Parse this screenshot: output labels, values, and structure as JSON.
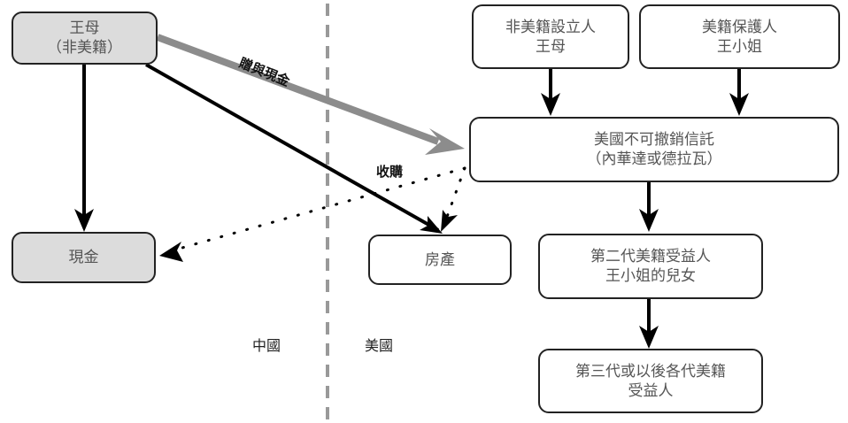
{
  "nodes": {
    "mother": {
      "line1": "王母",
      "line2": "（非美籍）"
    },
    "cash": {
      "line1": "現金"
    },
    "property": {
      "line1": "房產"
    },
    "settlor": {
      "line1": "非美籍設立人",
      "line2": "王母"
    },
    "protector": {
      "line1": "美籍保護人",
      "line2": "王小姐"
    },
    "trust": {
      "line1": "美國不可撤銷信託",
      "line2": "（內華達或德拉瓦）"
    },
    "gen2": {
      "line1": "第二代美籍受益人",
      "line2": "王小姐的兒女"
    },
    "gen3": {
      "line1": "第三代或以後各代美籍",
      "line2": "受益人"
    }
  },
  "edge_labels": {
    "gift_cash": "贈與現金",
    "purchase": "收購"
  },
  "regions": {
    "china": "中國",
    "usa": "美國"
  },
  "colors": {
    "gray_box": "#dcdcdc",
    "gray_arrow": "#8c8c8c",
    "divider": "#999999"
  }
}
